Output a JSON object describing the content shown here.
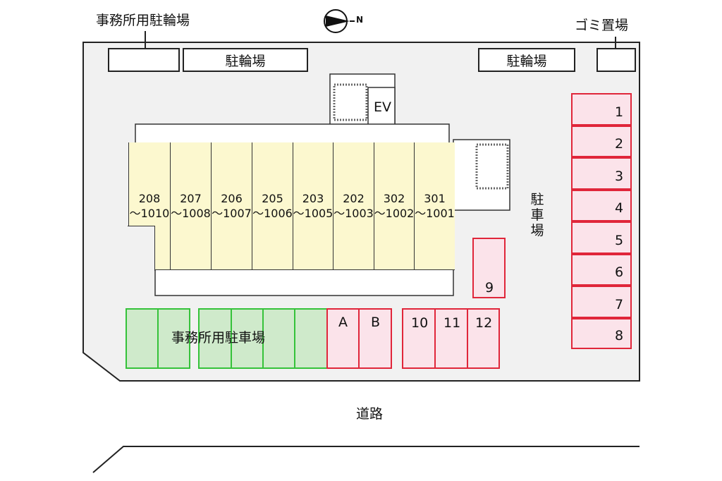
{
  "labels": {
    "office_bicycle": "事務所用駐輪場",
    "garbage": "ゴミ置場",
    "bicycle_left": "駐輪場",
    "bicycle_right": "駐輪場",
    "ev": "EV",
    "parking_vertical": [
      "駐",
      "車",
      "場"
    ],
    "office_parking": "事務所用駐車場",
    "road": "道路",
    "compass_n": "N"
  },
  "units": [
    {
      "top": "208",
      "bottom": "〜1010"
    },
    {
      "top": "207",
      "bottom": "〜1008"
    },
    {
      "top": "206",
      "bottom": "〜1007"
    },
    {
      "top": "205",
      "bottom": "〜1006"
    },
    {
      "top": "203",
      "bottom": "〜1005"
    },
    {
      "top": "202",
      "bottom": "〜1003"
    },
    {
      "top": "302",
      "bottom": "〜1002"
    },
    {
      "top": "301",
      "bottom": "〜1001"
    }
  ],
  "parking_right": [
    "1",
    "2",
    "3",
    "4",
    "5",
    "6",
    "7",
    "8"
  ],
  "parking_9": "9",
  "parking_bottom": [
    "10",
    "11",
    "12"
  ],
  "parking_ab": [
    "A",
    "B"
  ],
  "colors": {
    "parking_fill": "#fbe3ea",
    "parking_border": "#e0263a",
    "office_fill": "#cfeacb",
    "office_border": "#35c23a",
    "unit_fill": "#fcf8cf"
  }
}
